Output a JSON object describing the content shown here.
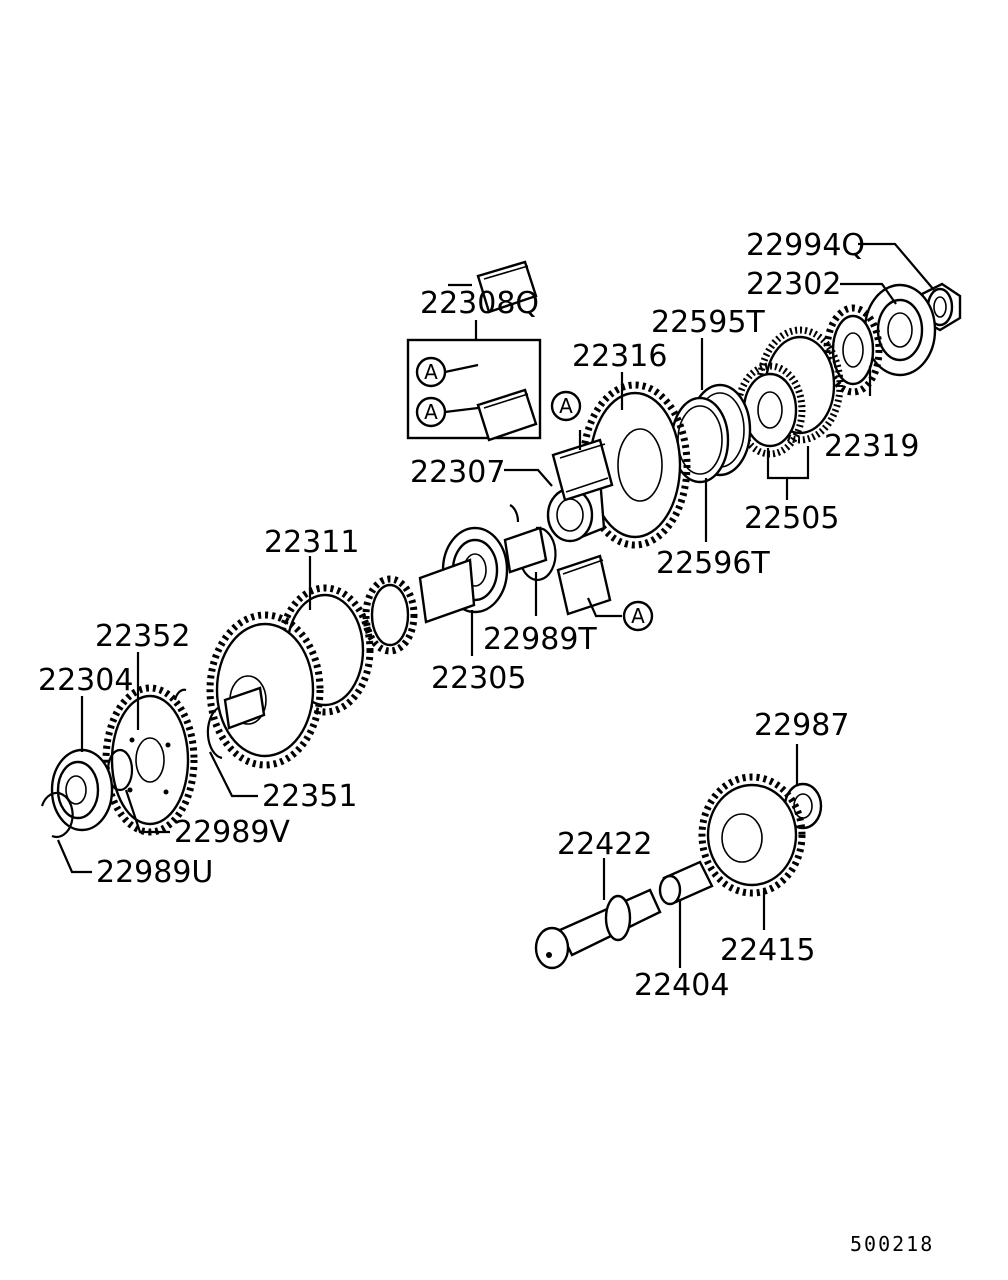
{
  "parts": [
    {
      "id": "22994Q",
      "label": "22994Q"
    },
    {
      "id": "22302",
      "label": "22302"
    },
    {
      "id": "22308Q",
      "label": "22308Q"
    },
    {
      "id": "22595T",
      "label": "22595T"
    },
    {
      "id": "22316",
      "label": "22316"
    },
    {
      "id": "22319",
      "label": "22319"
    },
    {
      "id": "22307",
      "label": "22307"
    },
    {
      "id": "22505",
      "label": "22505"
    },
    {
      "id": "22596T",
      "label": "22596T"
    },
    {
      "id": "22311",
      "label": "22311"
    },
    {
      "id": "22989T",
      "label": "22989T"
    },
    {
      "id": "22352",
      "label": "22352"
    },
    {
      "id": "22305",
      "label": "22305"
    },
    {
      "id": "22304",
      "label": "22304"
    },
    {
      "id": "22987",
      "label": "22987"
    },
    {
      "id": "22351",
      "label": "22351"
    },
    {
      "id": "22989V",
      "label": "22989V"
    },
    {
      "id": "22422",
      "label": "22422"
    },
    {
      "id": "22989U",
      "label": "22989U"
    },
    {
      "id": "22415",
      "label": "22415"
    },
    {
      "id": "22404",
      "label": "22404"
    }
  ],
  "callout_letter": "A",
  "figure_number": "500218",
  "colors": {
    "ink": "#000000",
    "paper": "#ffffff"
  }
}
